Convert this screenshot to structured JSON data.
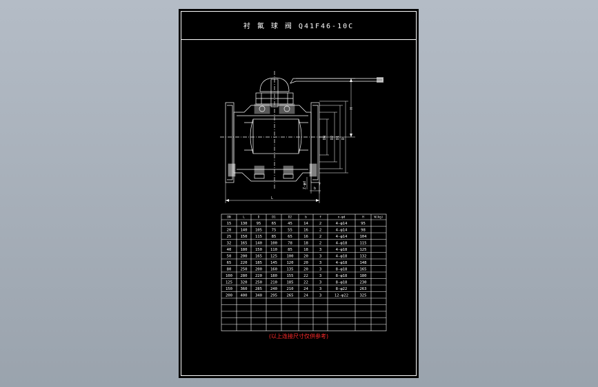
{
  "drawing": {
    "title": "衬 氟 球 阀   Q41F46-10C",
    "note": "(以上连接尺寸仅供参考)",
    "dim_labels": {
      "H": "H",
      "L": "L",
      "D": "D",
      "D1": "D1",
      "D2": "D2",
      "DN": "DN",
      "b": "b",
      "f": "f",
      "Z_d": "Z-φd"
    }
  },
  "table": {
    "headers": [
      "DN",
      "L",
      "D",
      "D1",
      "D2",
      "b",
      "f",
      "n-φd",
      "H",
      "W(kg)"
    ],
    "rows": [
      [
        "15",
        "130",
        "95",
        "65",
        "45",
        "14",
        "2",
        "4-φ14",
        "95",
        ""
      ],
      [
        "20",
        "140",
        "105",
        "75",
        "55",
        "16",
        "2",
        "4-φ14",
        "98",
        ""
      ],
      [
        "25",
        "150",
        "115",
        "85",
        "65",
        "16",
        "2",
        "4-φ14",
        "104",
        ""
      ],
      [
        "32",
        "165",
        "140",
        "100",
        "78",
        "18",
        "2",
        "4-φ18",
        "115",
        ""
      ],
      [
        "40",
        "180",
        "150",
        "110",
        "85",
        "18",
        "3",
        "4-φ18",
        "125",
        ""
      ],
      [
        "50",
        "200",
        "165",
        "125",
        "100",
        "20",
        "3",
        "4-φ18",
        "132",
        ""
      ],
      [
        "65",
        "220",
        "185",
        "145",
        "120",
        "20",
        "3",
        "4-φ18",
        "148",
        ""
      ],
      [
        "80",
        "250",
        "200",
        "160",
        "135",
        "20",
        "3",
        "8-φ18",
        "165",
        ""
      ],
      [
        "100",
        "280",
        "220",
        "180",
        "155",
        "22",
        "3",
        "8-φ18",
        "180",
        ""
      ],
      [
        "125",
        "320",
        "250",
        "210",
        "185",
        "22",
        "3",
        "8-φ18",
        "230",
        ""
      ],
      [
        "150",
        "360",
        "285",
        "240",
        "210",
        "24",
        "3",
        "8-φ22",
        "263",
        ""
      ],
      [
        "200",
        "400",
        "340",
        "295",
        "265",
        "24",
        "3",
        "12-φ22",
        "325",
        ""
      ]
    ],
    "blank_rows": 5
  },
  "colors": {
    "background": "#000000",
    "line": "#ffffff",
    "note": "#ff2a2a",
    "canvas": "#a9b1bb"
  }
}
